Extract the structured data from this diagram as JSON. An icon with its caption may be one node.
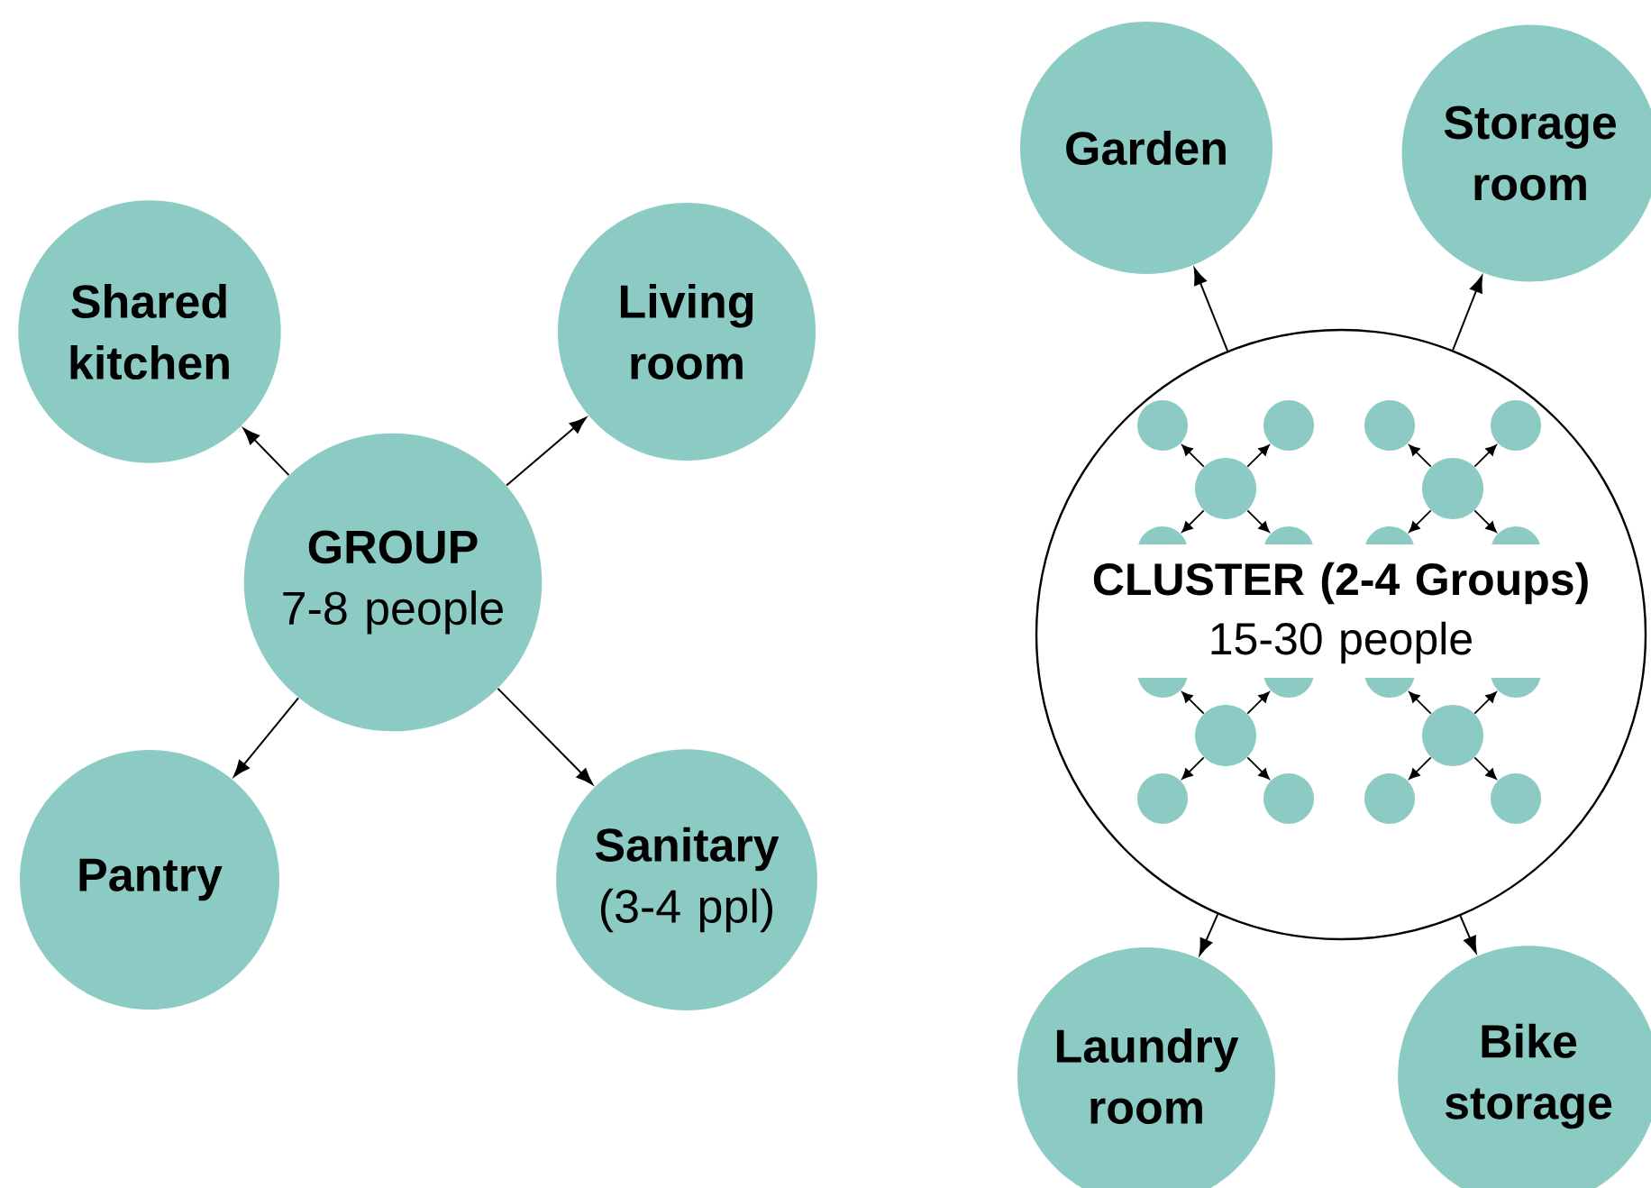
{
  "diagram": {
    "nodes": [
      {
        "text": [
          "Shared kitchen"
        ]
      },
      {
        "text": [
          "Living room"
        ]
      },
      {
        "text": [
          "GROUP",
          "7-8 people"
        ]
      },
      {
        "text": [
          "Pantry"
        ]
      },
      {
        "text": [
          "Sanitary",
          "(3-4 ppl)"
        ]
      },
      {
        "text": [
          "Garden"
        ]
      },
      {
        "text": [
          "Storage room"
        ]
      },
      {
        "text": [
          "CLUSTER (2-4 Groups)",
          "15-30 people"
        ]
      },
      {
        "text": [],
        "shape": "circle",
        "in": 7
      },
      {
        "text": [],
        "shape": "circle",
        "in": 7
      },
      {
        "text": [],
        "shape": "circle",
        "in": 7
      },
      {
        "text": [],
        "shape": "circle",
        "in": 7
      },
      {
        "text": [],
        "shape": "circle",
        "in": 7
      },
      {
        "text": [],
        "shape": "circle",
        "in": 7
      },
      {
        "text": [],
        "shape": "circle",
        "in": 7
      },
      {
        "text": [],
        "shape": "circle",
        "in": 7
      },
      {
        "text": [],
        "shape": "circle",
        "in": 7
      },
      {
        "text": [],
        "shape": "circle",
        "in": 7
      },
      {
        "text": [],
        "shape": "circle",
        "in": 7
      },
      {
        "text": [],
        "shape": "circle",
        "in": 7
      },
      {
        "text": [],
        "shape": "circle",
        "in": 7
      },
      {
        "text": [],
        "shape": "circle",
        "in": 7
      },
      {
        "text": [],
        "shape": "circle",
        "in": 7
      },
      {
        "text": [],
        "shape": "circle",
        "in": 7
      },
      {
        "text": [],
        "shape": "circle",
        "in": 7
      },
      {
        "text": [],
        "shape": "circle",
        "in": 7
      },
      {
        "text": [],
        "shape": "circle",
        "in": 7
      },
      {
        "text": [],
        "shape": "circle",
        "in": 7
      },
      {
        "text": [
          "Laundry room"
        ]
      },
      {
        "text": [
          "Bike storage"
        ]
      }
    ],
    "edges": [
      {
        "from": 2,
        "to": 0,
        "arrow": "to"
      },
      {
        "from": 2,
        "to": 1,
        "arrow": "to"
      },
      {
        "from": 2,
        "to": 3,
        "arrow": "to"
      },
      {
        "from": 2,
        "to": 4,
        "arrow": "to"
      },
      {
        "from": 7,
        "to": 5,
        "arrow": "to"
      },
      {
        "from": 7,
        "to": 6,
        "arrow": "to"
      },
      {
        "from": 7,
        "to": 28,
        "arrow": "to"
      },
      {
        "from": 7,
        "to": 29,
        "arrow": "to"
      },
      {
        "from": 8,
        "to": 9,
        "arrow": "to"
      },
      {
        "from": 8,
        "to": 10,
        "arrow": "to"
      },
      {
        "from": 8,
        "to": 11,
        "arrow": "to"
      },
      {
        "from": 8,
        "to": 12,
        "arrow": "to"
      },
      {
        "from": 13,
        "to": 14,
        "arrow": "to"
      },
      {
        "from": 13,
        "to": 15,
        "arrow": "to"
      },
      {
        "from": 13,
        "to": 16,
        "arrow": "to"
      },
      {
        "from": 13,
        "to": 17,
        "arrow": "to"
      },
      {
        "from": 18,
        "to": 19,
        "arrow": "to"
      },
      {
        "from": 18,
        "to": 20,
        "arrow": "to"
      },
      {
        "from": 18,
        "to": 21,
        "arrow": "to"
      },
      {
        "from": 18,
        "to": 22,
        "arrow": "to"
      },
      {
        "from": 23,
        "to": 24,
        "arrow": "to"
      },
      {
        "from": 23,
        "to": 25,
        "arrow": "to"
      },
      {
        "from": 23,
        "to": 26,
        "arrow": "to"
      },
      {
        "from": 23,
        "to": 27,
        "arrow": "to"
      }
    ]
  }
}
